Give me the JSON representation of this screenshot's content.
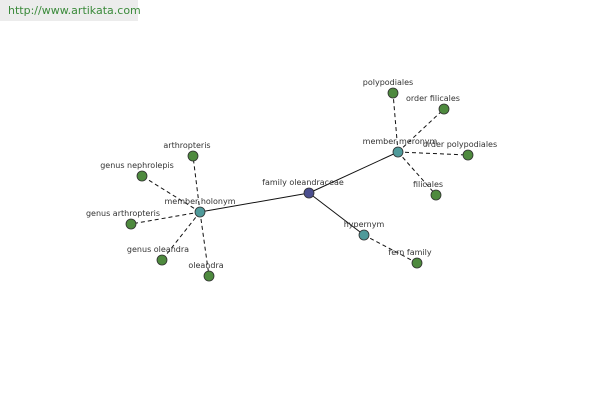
{
  "watermark": "http://www.artikata.com",
  "colors": {
    "root": "#4b4f8f",
    "relation": "#4f9a9a",
    "leaf": "#4e8a3e",
    "node_stroke": "#2f2f2f",
    "edge": "#111111"
  },
  "nodes": [
    {
      "id": "root",
      "label": "family oleandraceae",
      "kind": "root"
    },
    {
      "id": "meronym",
      "label": "member meronym",
      "kind": "relation"
    },
    {
      "id": "holonym",
      "label": "member holonym",
      "kind": "relation"
    },
    {
      "id": "hypernym",
      "label": "hypernym",
      "kind": "relation"
    },
    {
      "id": "polypodiales",
      "label": "polypodiales",
      "kind": "leaf"
    },
    {
      "id": "order_filicales",
      "label": "order filicales",
      "kind": "leaf"
    },
    {
      "id": "order_polypodiales",
      "label": "order polypodiales",
      "kind": "leaf"
    },
    {
      "id": "filicales",
      "label": "filicales",
      "kind": "leaf"
    },
    {
      "id": "fern_family",
      "label": "fern family",
      "kind": "leaf"
    },
    {
      "id": "arthropteris",
      "label": "arthropteris",
      "kind": "leaf"
    },
    {
      "id": "genus_nephrolepis",
      "label": "genus nephrolepis",
      "kind": "leaf"
    },
    {
      "id": "genus_arthropteris",
      "label": "genus arthropteris",
      "kind": "leaf"
    },
    {
      "id": "genus_oleandra",
      "label": "genus oleandra",
      "kind": "leaf"
    },
    {
      "id": "oleandra",
      "label": "oleandra",
      "kind": "leaf"
    }
  ],
  "edges": [
    {
      "from": "root",
      "to": "meronym",
      "style": "solid"
    },
    {
      "from": "root",
      "to": "holonym",
      "style": "solid"
    },
    {
      "from": "root",
      "to": "hypernym",
      "style": "solid"
    },
    {
      "from": "meronym",
      "to": "polypodiales",
      "style": "dashed"
    },
    {
      "from": "meronym",
      "to": "order_filicales",
      "style": "dashed"
    },
    {
      "from": "meronym",
      "to": "order_polypodiales",
      "style": "dashed"
    },
    {
      "from": "meronym",
      "to": "filicales",
      "style": "dashed"
    },
    {
      "from": "hypernym",
      "to": "fern_family",
      "style": "dashed"
    },
    {
      "from": "holonym",
      "to": "arthropteris",
      "style": "dashed"
    },
    {
      "from": "holonym",
      "to": "genus_nephrolepis",
      "style": "dashed"
    },
    {
      "from": "holonym",
      "to": "genus_arthropteris",
      "style": "dashed"
    },
    {
      "from": "holonym",
      "to": "genus_oleandra",
      "style": "dashed"
    },
    {
      "from": "holonym",
      "to": "oleandra",
      "style": "dashed"
    }
  ]
}
